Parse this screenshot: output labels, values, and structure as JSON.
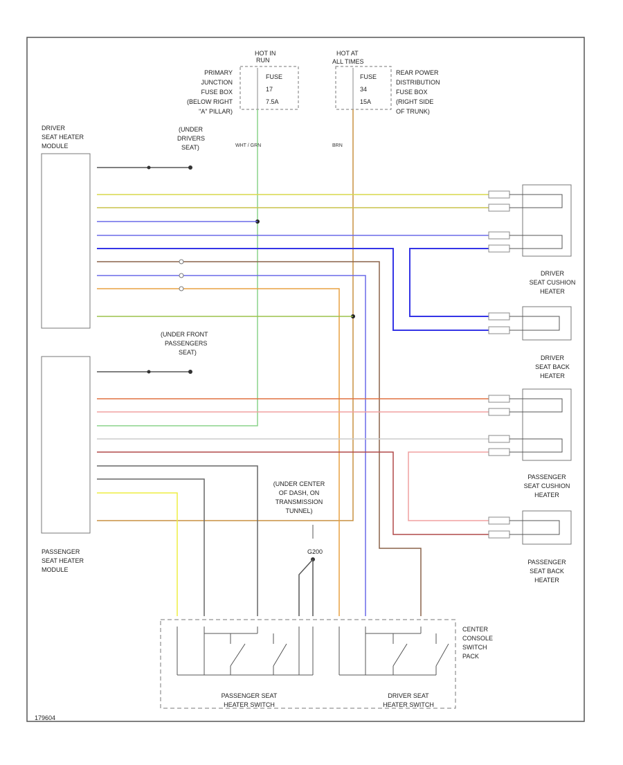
{
  "labels": {
    "hot_in_left": "HOT IN",
    "hot_in_left_2": "RUN",
    "hot_at_right": "HOT AT",
    "hot_at_right_2": "ALL TIMES",
    "primary_junction": [
      "PRIMARY",
      "JUNCTION",
      "FUSE BOX",
      "(BELOW RIGHT",
      "\"A\" PILLAR)"
    ],
    "rear_power": [
      "REAR POWER",
      "DISTRIBUTION",
      "FUSE BOX",
      "(RIGHT SIDE",
      "OF TRUNK)"
    ],
    "fuse_left": [
      "FUSE",
      "17",
      "7.5A"
    ],
    "fuse_right": [
      "FUSE",
      "34",
      "15A"
    ],
    "driver_module": [
      "DRIVER",
      "SEAT HEATER",
      "MODULE"
    ],
    "passenger_module": [
      "PASSENGER",
      "SEAT HEATER",
      "MODULE"
    ],
    "under_drivers_seat": [
      "(UNDER",
      "DRIVERS",
      "SEAT)"
    ],
    "under_front_pass_seat": [
      "(UNDER FRONT",
      "PASSENGERS",
      "SEAT)"
    ],
    "under_center_dash": [
      "(UNDER CENTER",
      "OF DASH, ON",
      "TRANSMISSION",
      "TUNNEL)"
    ],
    "driver_cushion": [
      "DRIVER",
      "SEAT CUSHION",
      "HEATER"
    ],
    "driver_back": [
      "DRIVER",
      "SEAT BACK",
      "HEATER"
    ],
    "passenger_cushion": [
      "PASSENGER",
      "SEAT CUSHION",
      "HEATER"
    ],
    "passenger_back": [
      "PASSENGER",
      "SEAT BACK",
      "HEATER"
    ],
    "center_console": [
      "CENTER",
      "CONSOLE",
      "SWITCH",
      "PACK"
    ],
    "passenger_switch": [
      "PASSENGER SEAT",
      "HEATER SWITCH"
    ],
    "driver_switch": [
      "DRIVER SEAT",
      "HEATER SWITCH"
    ],
    "ground_label": "G200",
    "left_wire": "WHT / GRN",
    "right_wire": "BRN",
    "footer_code": "179604"
  },
  "wire_colors": {
    "yellow_blue": "#d9d94a",
    "orange_blue": "#c9c24a",
    "white_blue": "#6a6ae8",
    "blue": "#3434e6",
    "black_white": "#8a6248",
    "yellow_red": "#e8a040",
    "brown_green": "#9cc24a",
    "green_supply": "#8ad48a",
    "brown_supply": "#c89040",
    "orange_red": "#e07040",
    "white_red": "#f0a0a0",
    "white": "#cccccc",
    "black_red": "#b04848",
    "black": "#666666",
    "yellow": "#eded40"
  }
}
